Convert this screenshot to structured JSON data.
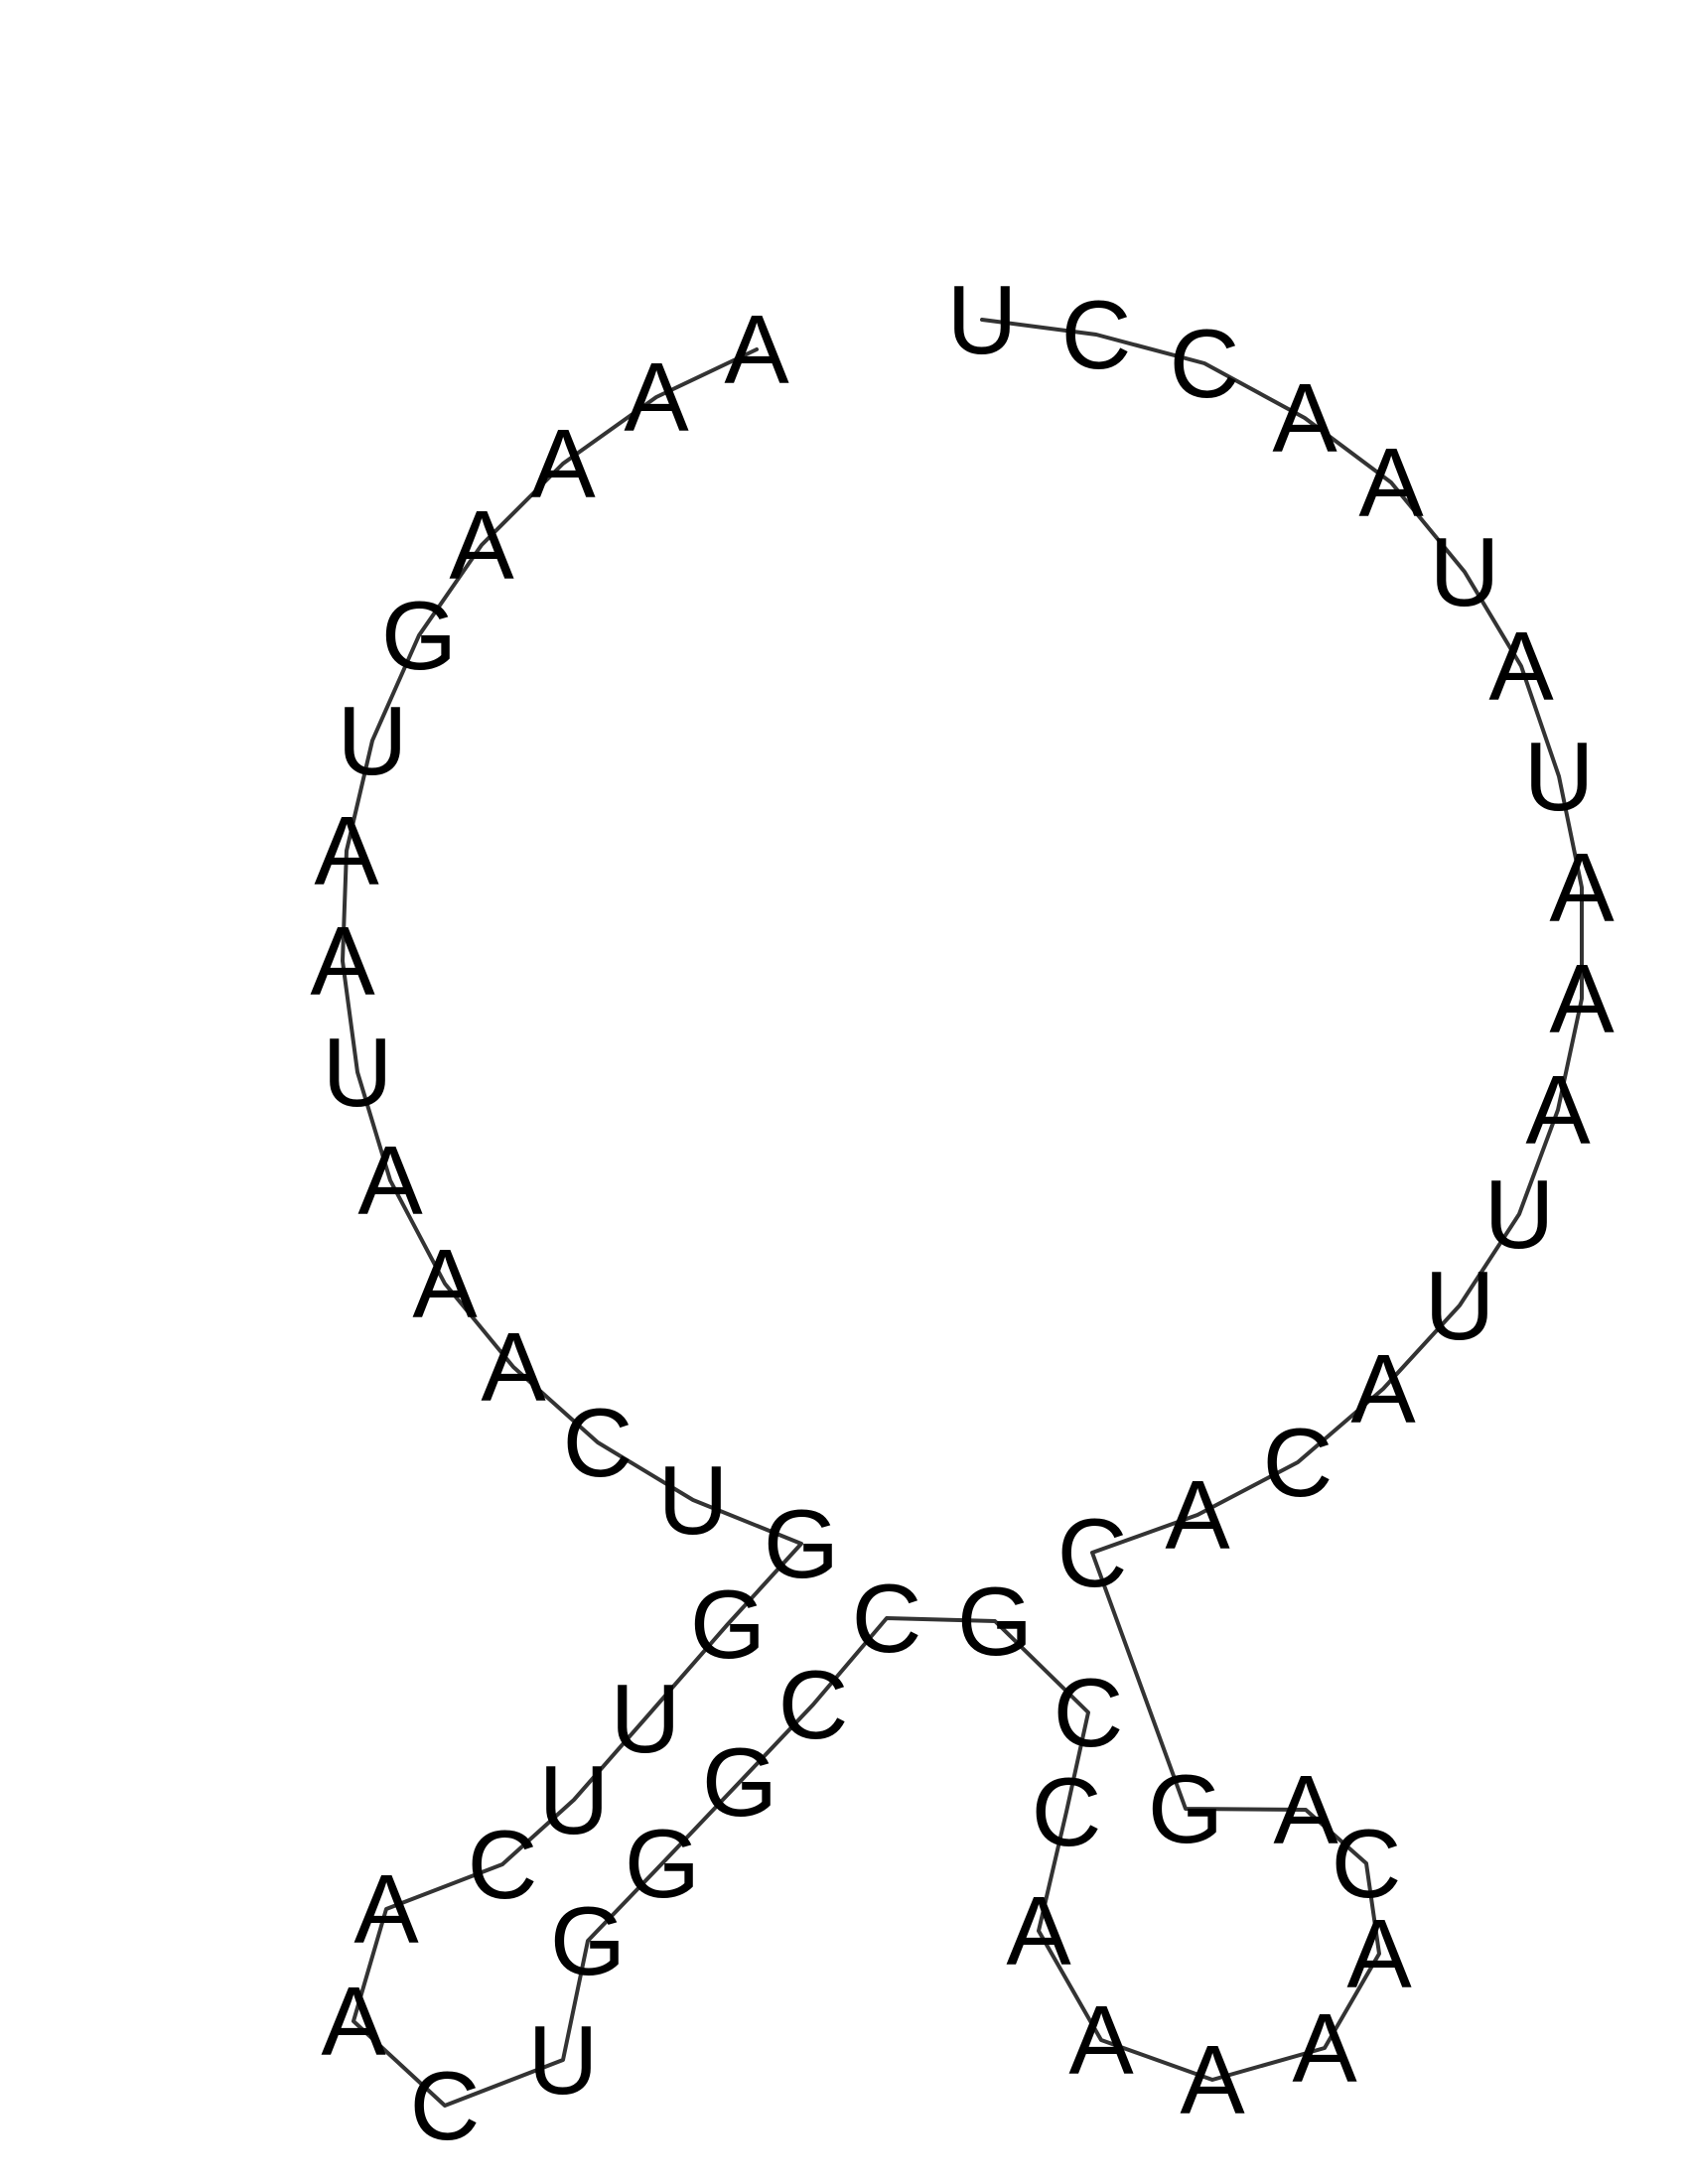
{
  "diagram": {
    "type": "rna-secondary-structure",
    "line_color": "#333333",
    "text_color": "#000000",
    "bases": [
      "A",
      "A",
      "A",
      "A",
      "G",
      "U",
      "A",
      "A",
      "U",
      "A",
      "A",
      "A",
      "C",
      "U",
      "G",
      "G",
      "U",
      "U",
      "C",
      "A",
      "A",
      "C",
      "U",
      "G",
      "G",
      "G",
      "C",
      "C",
      "G",
      "C",
      "C",
      "A",
      "A",
      "A",
      "A",
      "A",
      "C",
      "A",
      "G",
      "C",
      "A",
      "C",
      "A",
      "U",
      "U",
      "A",
      "A",
      "A",
      "U",
      "A",
      "U",
      "A",
      "A",
      "C",
      "C",
      "U"
    ]
  }
}
